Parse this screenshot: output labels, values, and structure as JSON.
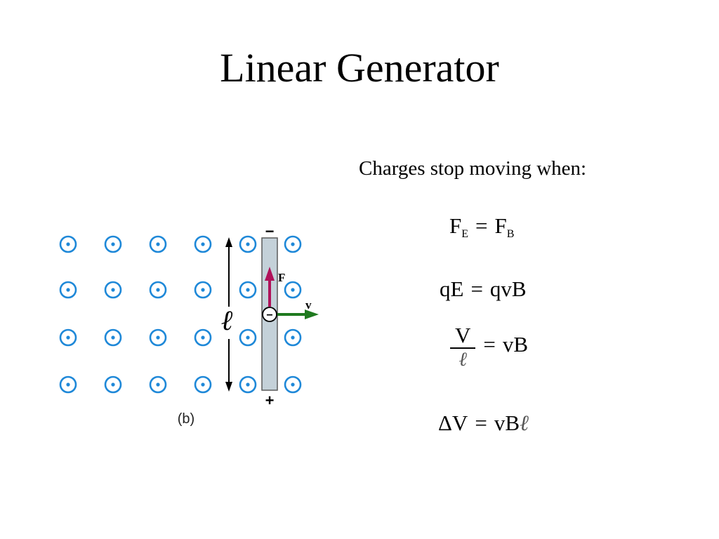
{
  "slide": {
    "title": "Linear Generator",
    "subtitle": "Charges stop moving when:"
  },
  "equations": {
    "eq1": {
      "lhs": "F",
      "lhs_sub": "E",
      "op": "=",
      "rhs": "F",
      "rhs_sub": "B"
    },
    "eq2": {
      "lhs": "qE",
      "op": "=",
      "rhs": "qvB"
    },
    "eq3": {
      "numerator": "V",
      "denominator": "ℓ",
      "op": "=",
      "rhs": "vB"
    },
    "eq4": {
      "lhs": "ΔV",
      "op": "=",
      "rhs": "vB",
      "rhs_suffix": "ℓ"
    }
  },
  "figure": {
    "caption": "(b)",
    "length_label": "ℓ",
    "force_label": "F",
    "velocity_label": "v",
    "top_sign": "−",
    "bottom_sign": "+",
    "charge_sign": "−",
    "colors": {
      "field_dot": "#1e88d8",
      "rod_fill": "#c4d1d9",
      "force_arrow": "#b0125a",
      "velocity_arrow": "#1f7a1f"
    }
  }
}
